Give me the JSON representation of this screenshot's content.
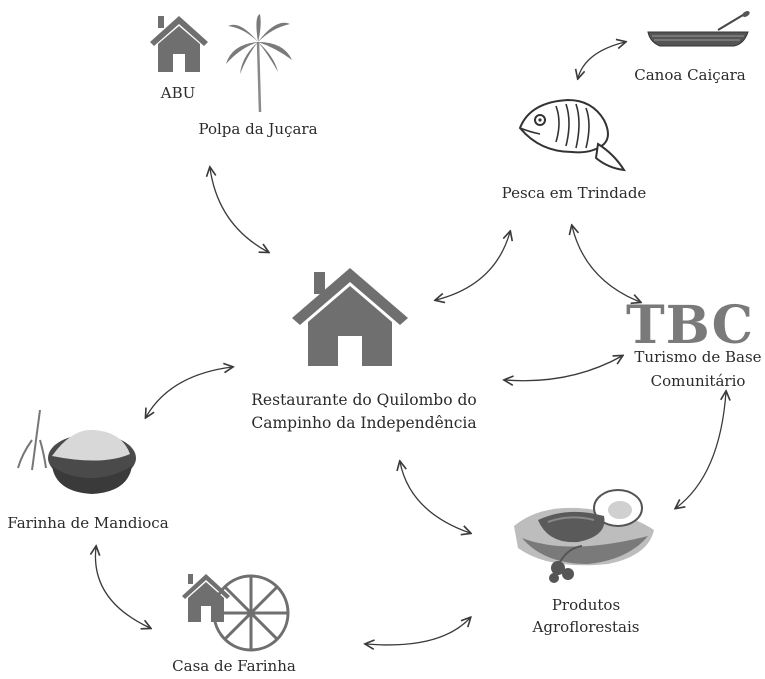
{
  "diagram": {
    "center": {
      "line1": "Restaurante do Quilombo do",
      "line2": "Campinho da Independência"
    },
    "nodes": {
      "abu": "ABU",
      "jucara": "Polpa da Juçara",
      "canoa": "Canoa Caiçara",
      "pesca": "Pesca em Trindade",
      "tbc_logo": "TBC",
      "tbc_line1": "Turismo de Base",
      "tbc_line2": "Comunitário",
      "farinha_mandioca": "Farinha de Mandioca",
      "casa_farinha": "Casa de Farinha",
      "produtos_line1": "Produtos",
      "produtos_line2": "Agroflorestais"
    }
  },
  "colors": {
    "icon_gray": "#6f6f6f",
    "arrow": "#3a3a3a",
    "text": "#2b2b2b"
  }
}
